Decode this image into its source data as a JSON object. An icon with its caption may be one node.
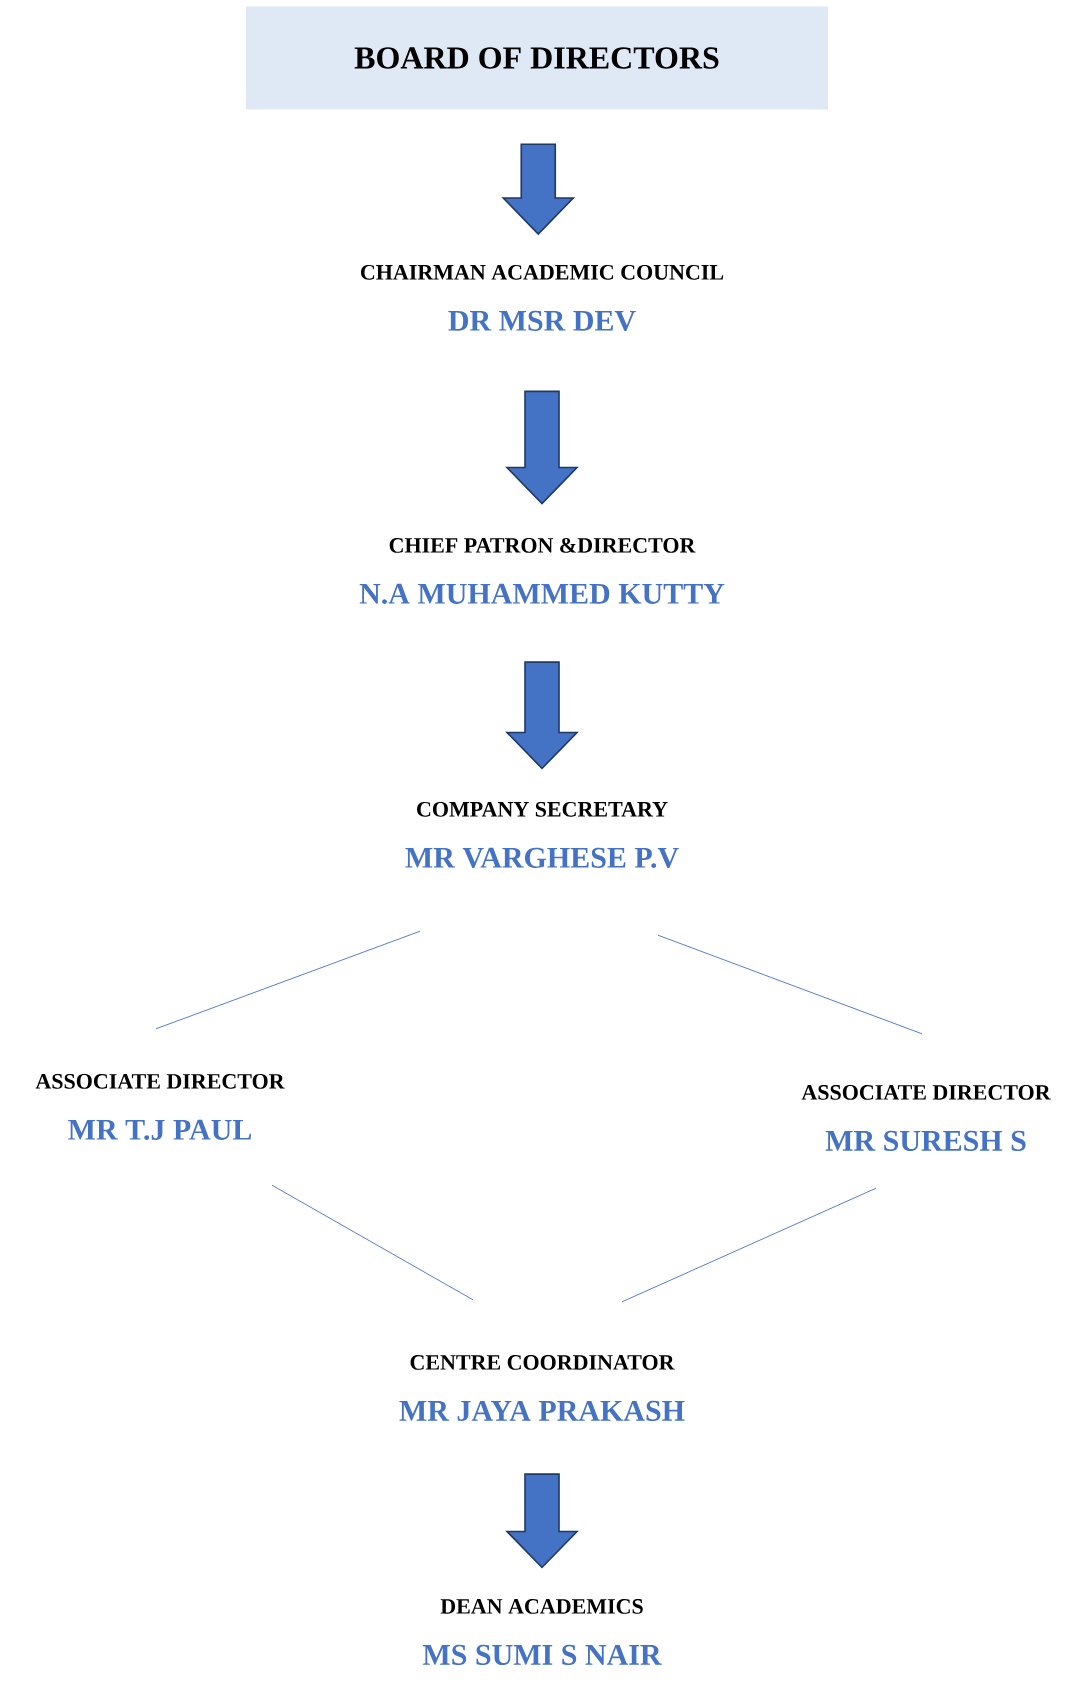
{
  "diagram": {
    "nodes": [
      {
        "text": [
          "BOARD OF DIRECTORS"
        ]
      },
      {
        "text": [
          "CHAIRMAN ACADEMIC COUNCIL",
          "DR MSR DEV"
        ]
      },
      {
        "text": [
          "CHIEF PATRON &DIRECTOR",
          "N.A MUHAMMED KUTTY"
        ]
      },
      {
        "text": [
          "COMPANY SECRETARY",
          "MR VARGHESE P.V"
        ]
      },
      {
        "text": [
          "ASSOCIATE DIRECTOR",
          "MR T.J PAUL"
        ]
      },
      {
        "text": [
          "ASSOCIATE DIRECTOR",
          "MR SURESH S"
        ]
      },
      {
        "text": [
          "CENTRE COORDINATOR",
          "MR JAYA PRAKASH"
        ]
      },
      {
        "text": [
          "DEAN ACADEMICS",
          "MS SUMI S NAIR"
        ]
      }
    ],
    "edges": [
      {
        "from": 0,
        "to": 1,
        "arrow": "to"
      },
      {
        "from": 1,
        "to": 2,
        "arrow": "to"
      },
      {
        "from": 2,
        "to": 3,
        "arrow": "to"
      },
      {
        "from": 3,
        "to": 4,
        "arrow": "none"
      },
      {
        "from": 3,
        "to": 5,
        "arrow": "none"
      },
      {
        "from": 4,
        "to": 6,
        "arrow": "none"
      },
      {
        "from": 5,
        "to": 6,
        "arrow": "none"
      },
      {
        "from": 6,
        "to": 7,
        "arrow": "to"
      }
    ]
  }
}
